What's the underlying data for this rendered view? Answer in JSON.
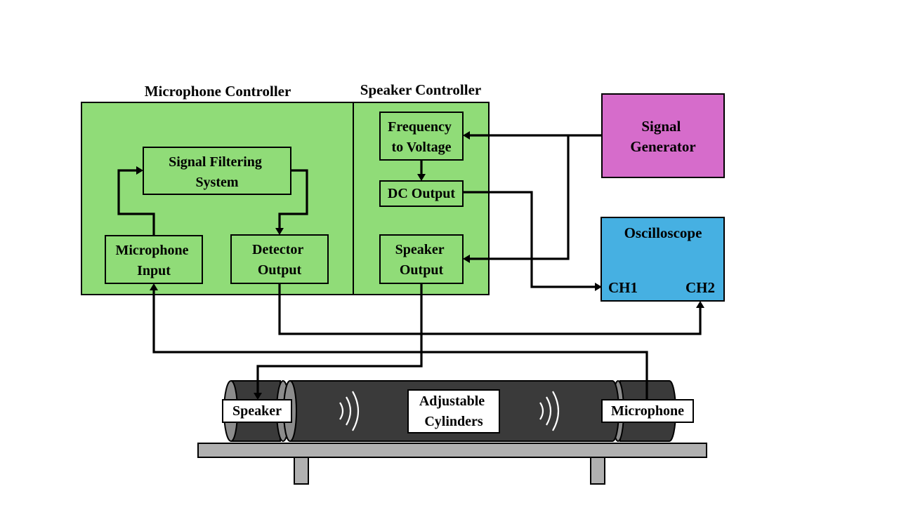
{
  "colors": {
    "controller_fill": "#90dc78",
    "signal_generator_fill": "#d66ccb",
    "oscilloscope_fill": "#46b0e2",
    "tube_fill": "#3a3a3a",
    "tube_end_fill": "#8c8c8c",
    "table_fill": "#b0b0b0"
  },
  "microphone_controller": {
    "title": "Microphone Controller",
    "signal_filtering": [
      "Signal Filtering",
      "System"
    ],
    "microphone_input": [
      "Microphone",
      "Input"
    ],
    "detector_output": [
      "Detector",
      "Output"
    ]
  },
  "speaker_controller": {
    "title": "Speaker Controller",
    "frequency_to_voltage": [
      "Frequency",
      "to Voltage"
    ],
    "dc_output": "DC Output",
    "speaker_output": [
      "Speaker",
      "Output"
    ]
  },
  "signal_generator": [
    "Signal",
    "Generator"
  ],
  "oscilloscope": {
    "title": "Oscilloscope",
    "ch1": "CH1",
    "ch2": "CH2"
  },
  "apparatus": {
    "speaker": "Speaker",
    "microphone": "Microphone",
    "cylinders": [
      "Adjustable",
      "Cylinders"
    ]
  }
}
